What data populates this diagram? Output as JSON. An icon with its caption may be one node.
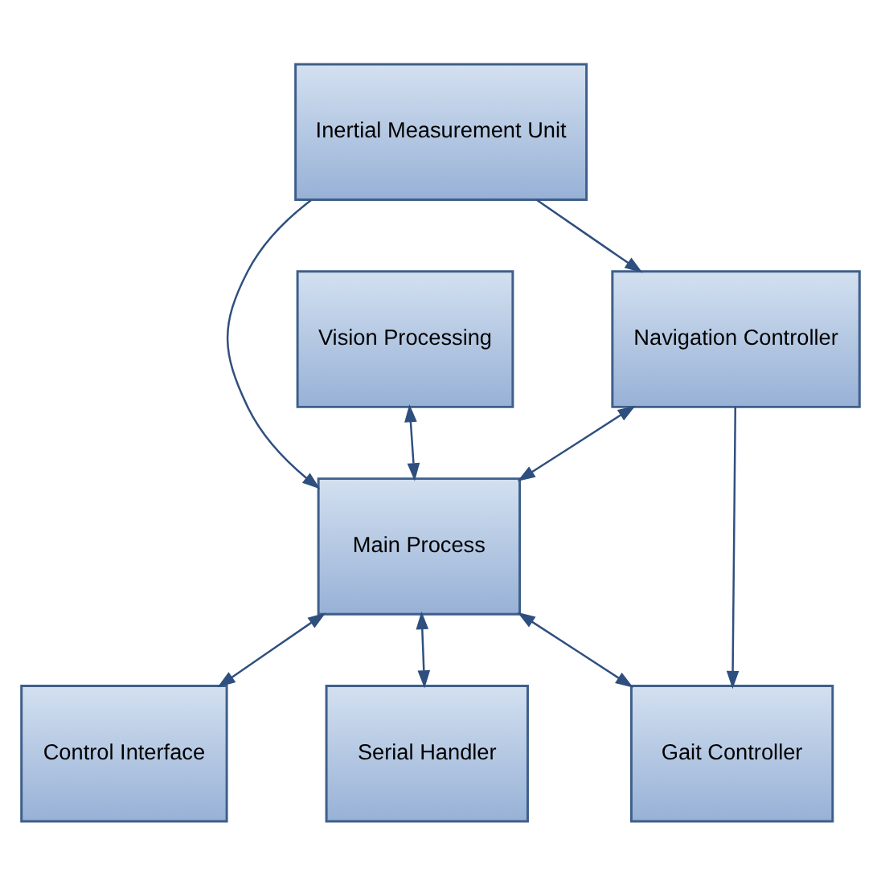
{
  "diagram": {
    "nodes": [
      {
        "text": [
          "Inertial Measurement Unit"
        ]
      },
      {
        "text": [
          "Navigation Controller"
        ]
      },
      {
        "text": [
          "Vision Processing"
        ]
      },
      {
        "text": [
          "Main Process"
        ]
      },
      {
        "text": [
          "Gait Controller"
        ]
      },
      {
        "text": [
          "Control Interface"
        ]
      },
      {
        "text": [
          "Serial Handler"
        ]
      }
    ],
    "edges": [
      {
        "from": 0,
        "to": 1,
        "arrow": "to"
      },
      {
        "from": 0,
        "to": 3,
        "arrow": "to"
      },
      {
        "from": 1,
        "to": 3,
        "arrow": "both"
      },
      {
        "from": 3,
        "to": 2,
        "arrow": "both"
      },
      {
        "from": 1,
        "to": 4,
        "arrow": "to"
      },
      {
        "from": 4,
        "to": 3,
        "arrow": "both"
      },
      {
        "from": 3,
        "to": 5,
        "arrow": "both"
      },
      {
        "from": 3,
        "to": 6,
        "arrow": "both"
      }
    ]
  }
}
